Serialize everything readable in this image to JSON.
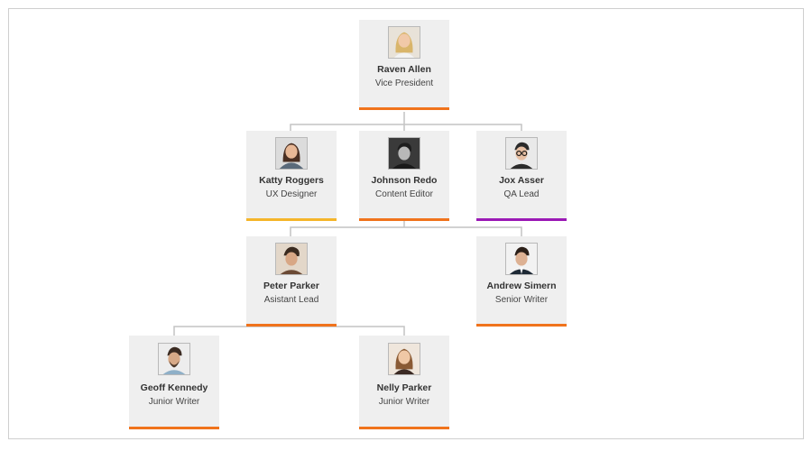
{
  "people": {
    "raven": {
      "name": "Raven Allen",
      "role": "Vice President",
      "accent": "#f0731c"
    },
    "katty": {
      "name": "Katty Roggers",
      "role": "UX Designer",
      "accent": "#f5b52a"
    },
    "johnson": {
      "name": "Johnson Redo",
      "role": "Content Editor",
      "accent": "#f0731c"
    },
    "jox": {
      "name": "Jox Asser",
      "role": "QA Lead",
      "accent": "#9b19b5"
    },
    "peter": {
      "name": "Peter Parker",
      "role": "Asistant Lead",
      "accent": "#f0731c"
    },
    "andrew": {
      "name": "Andrew Simern",
      "role": "Senior Writer",
      "accent": "#f0731c"
    },
    "geoff": {
      "name": "Geoff Kennedy",
      "role": "Junior Writer",
      "accent": "#f0731c"
    },
    "nelly": {
      "name": "Nelly Parker",
      "role": "Junior Writer",
      "accent": "#f0731c"
    }
  },
  "relations": [
    {
      "from": "raven",
      "to": "katty"
    },
    {
      "from": "raven",
      "to": "johnson"
    },
    {
      "from": "raven",
      "to": "jox"
    },
    {
      "from": "johnson",
      "to": "peter"
    },
    {
      "from": "johnson",
      "to": "andrew"
    },
    {
      "from": "peter",
      "to": "geoff"
    },
    {
      "from": "peter",
      "to": "nelly"
    }
  ],
  "connector_color": "#c4c4c4"
}
